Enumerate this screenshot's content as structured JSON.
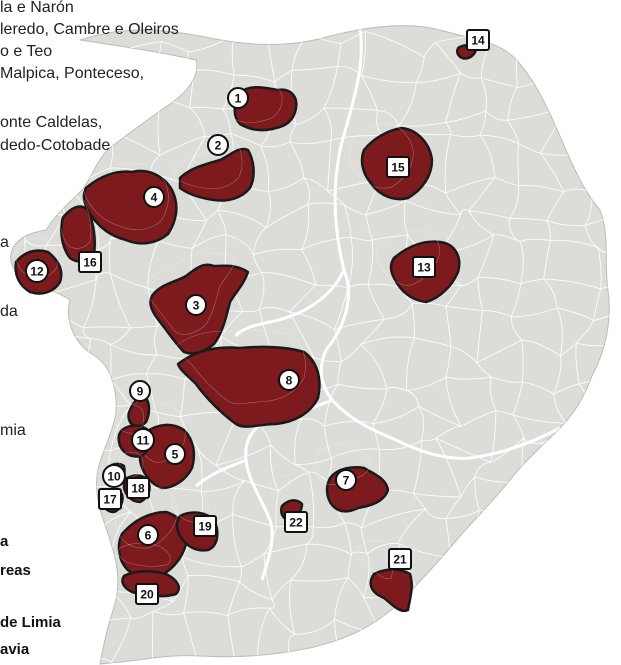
{
  "colors": {
    "land": "#dcdcd8",
    "highlight": "#7d1a1d",
    "border": "#1a1a1a",
    "province_border": "#ffffff",
    "badge_fill": "#ffffff"
  },
  "legend": [
    {
      "text": "la e Narón",
      "bold": false
    },
    {
      "text": "leredo, Cambre e Oleiros",
      "bold": false
    },
    {
      "text": "o e Teo",
      "bold": false
    },
    {
      "text": "Malpica, Ponteceso,",
      "bold": false
    },
    {
      "text": "onte Caldelas,",
      "bold": false
    },
    {
      "text": "dedo-Cotobade",
      "bold": false
    },
    {
      "text": "a",
      "bold": false
    },
    {
      "text": "da",
      "bold": false
    },
    {
      "text": "mia",
      "bold": false
    },
    {
      "text": "a",
      "bold": true
    },
    {
      "text": "reas",
      "bold": true
    },
    {
      "text": "de Limia",
      "bold": true
    },
    {
      "text": "avia",
      "bold": true
    }
  ],
  "areas": [
    {
      "num": "1",
      "label": "area-1",
      "badge": "circle"
    },
    {
      "num": "2",
      "label": "area-2",
      "badge": "circle"
    },
    {
      "num": "3",
      "label": "area-3",
      "badge": "circle"
    },
    {
      "num": "4",
      "label": "area-4",
      "badge": "circle"
    },
    {
      "num": "5",
      "label": "area-5",
      "badge": "circle"
    },
    {
      "num": "6",
      "label": "area-6",
      "badge": "circle"
    },
    {
      "num": "7",
      "label": "area-7",
      "badge": "circle"
    },
    {
      "num": "8",
      "label": "area-8",
      "badge": "circle"
    },
    {
      "num": "9",
      "label": "area-9",
      "badge": "circle"
    },
    {
      "num": "10",
      "label": "area-10",
      "badge": "circle"
    },
    {
      "num": "11",
      "label": "area-11",
      "badge": "circle"
    },
    {
      "num": "12",
      "label": "area-12",
      "badge": "circle"
    },
    {
      "num": "13",
      "label": "area-13",
      "badge": "square"
    },
    {
      "num": "14",
      "label": "area-14",
      "badge": "square"
    },
    {
      "num": "15",
      "label": "area-15",
      "badge": "square"
    },
    {
      "num": "16",
      "label": "area-16",
      "badge": "square"
    },
    {
      "num": "17",
      "label": "area-17",
      "badge": "square"
    },
    {
      "num": "18",
      "label": "area-18",
      "badge": "square"
    },
    {
      "num": "19",
      "label": "area-19",
      "badge": "square"
    },
    {
      "num": "20",
      "label": "area-20",
      "badge": "square"
    },
    {
      "num": "21",
      "label": "area-21",
      "badge": "square"
    },
    {
      "num": "22",
      "label": "area-22",
      "badge": "square"
    }
  ]
}
